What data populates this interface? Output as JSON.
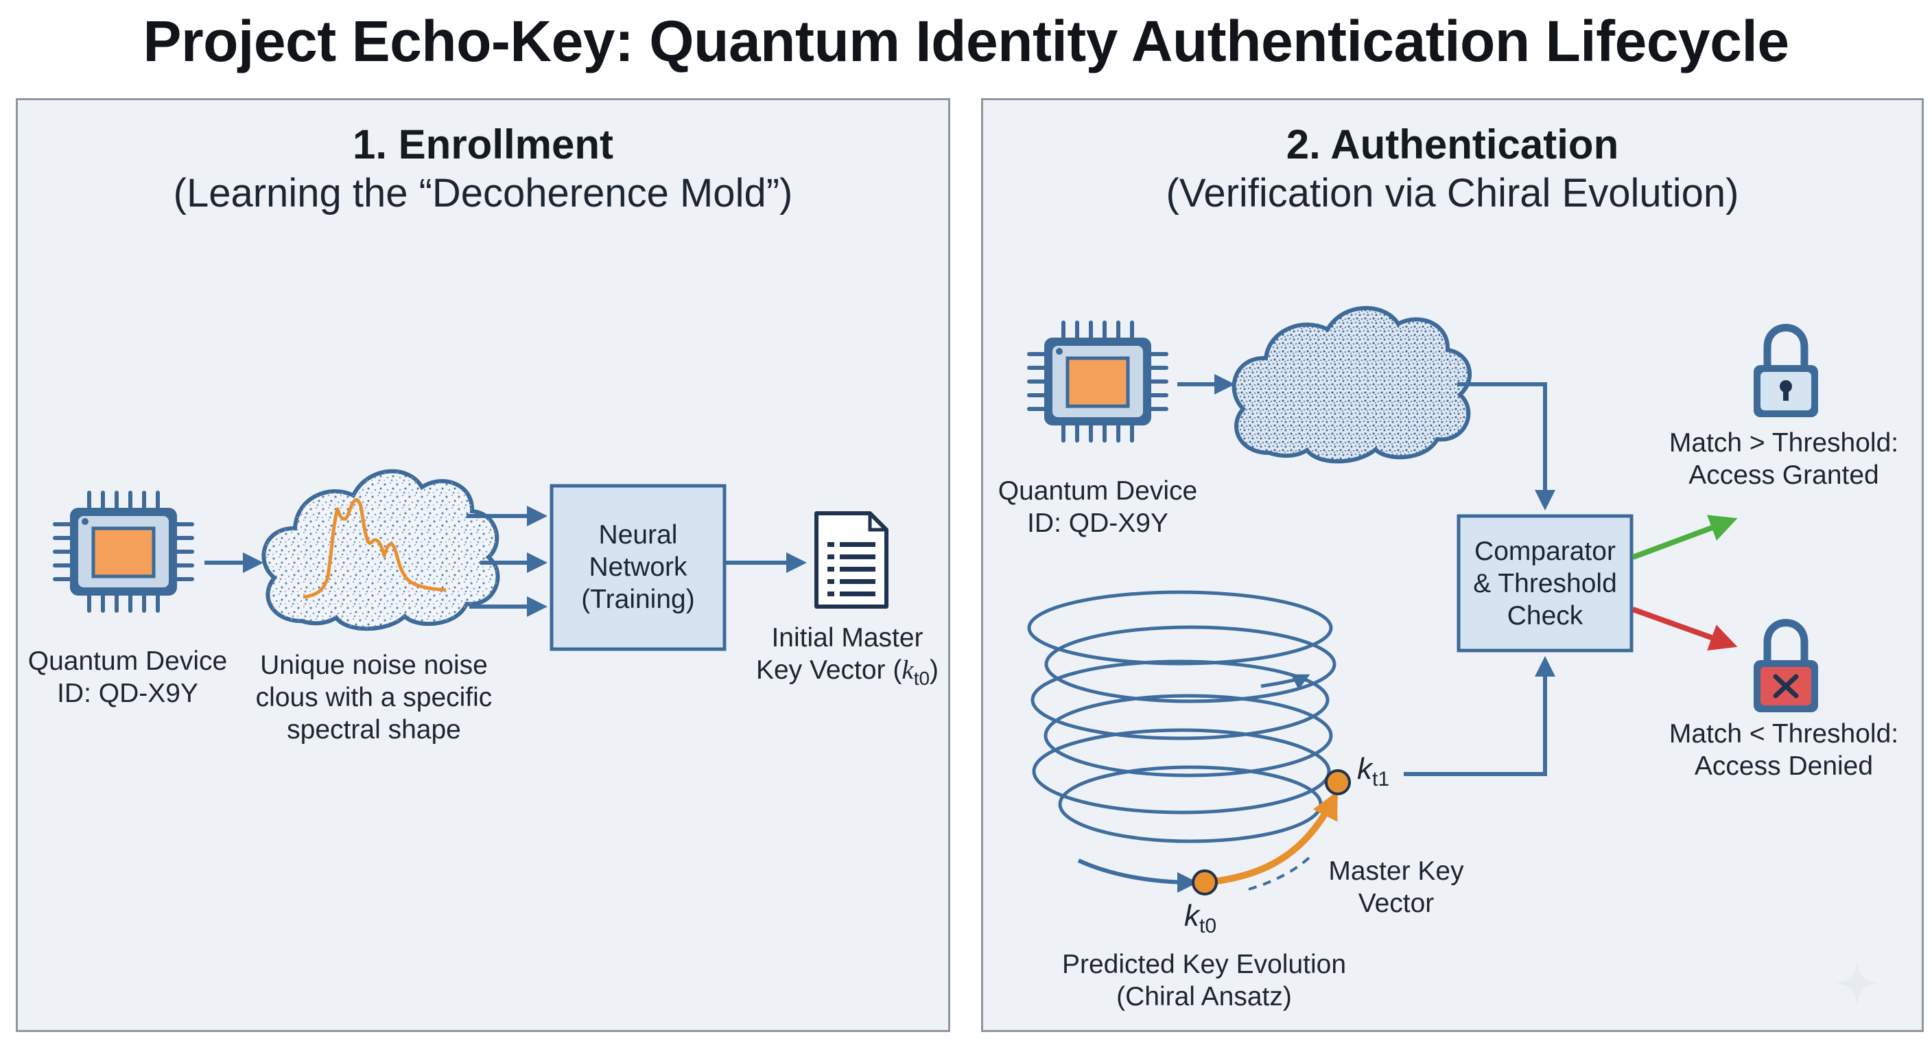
{
  "title": "Project Echo-Key: Quantum Identity Authentication Lifecycle",
  "enrollment": {
    "heading": "1. Enrollment",
    "subheading": "(Learning the “Decoherence Mold”)",
    "device_label": [
      "Quantum Device",
      "ID: QD-X9Y"
    ],
    "noise_label": [
      "Unique noise noise",
      "clous with a specific",
      "spectral shape"
    ],
    "network_label": [
      "Neural",
      "Network",
      "(Training)"
    ],
    "key_label_line1": "Initial Master",
    "key_label_line2_prefix": "Key Vector (",
    "key_symbol": "k",
    "key_subscript": "t0",
    "key_label_line2_suffix": ")"
  },
  "authentication": {
    "heading": "2. Authentication",
    "subheading": "(Verification via Chiral Evolution)",
    "device_label": [
      "Quantum Device",
      "ID: QD-X9Y"
    ],
    "comparator_label": [
      "Comparator",
      "& Threshold",
      "Check"
    ],
    "granted_label": [
      "Match > Threshold:",
      "Access Granted"
    ],
    "denied_label": [
      "Match < Threshold:",
      "Access Denied"
    ],
    "master_key_label": [
      "Master Key",
      "Vector"
    ],
    "evolution_label": [
      "Predicted Key Evolution",
      "(Chiral Ansatz)"
    ],
    "k_t0_symbol": "k",
    "k_t0_subscript": "t0",
    "k_t1_symbol": "k",
    "k_t1_subscript": "t1"
  },
  "colors": {
    "chip_blue": "#3d6a98",
    "chip_core": "#f5a05a",
    "box_fill": "#d6e4f2",
    "arrow_blue": "#3f6d9e",
    "orange": "#e8902e",
    "green": "#4caf3f",
    "red": "#d23a3a",
    "lock_red": "#e05555"
  },
  "icons": [
    "quantum-chip-icon",
    "noise-cloud-icon",
    "document-icon",
    "padlock-open-icon",
    "padlock-denied-icon",
    "spiral-icon",
    "sparkle-icon"
  ]
}
